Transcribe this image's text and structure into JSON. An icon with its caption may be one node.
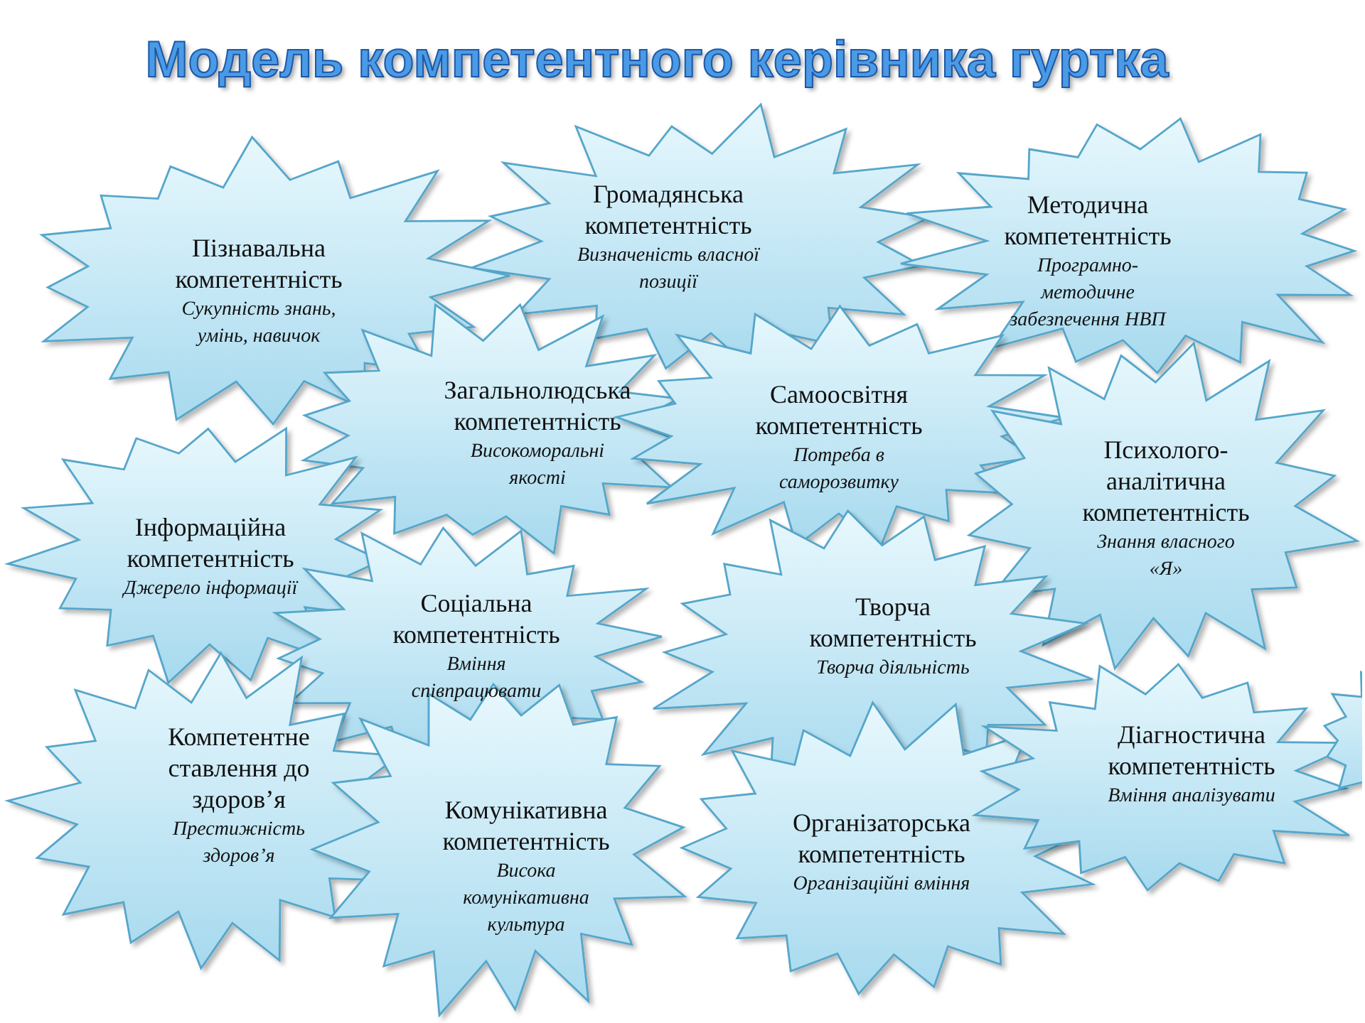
{
  "diagram": {
    "title": "Модель компетентного керівника гуртка",
    "nodes": [
      {
        "text": [
          "Громадянська компетентність",
          "Визначеність власної позиції"
        ]
      },
      {
        "text": [
          "Методична компетентність",
          "Програмно-методичне забезпечення НВП"
        ]
      },
      {
        "text": [
          "Пізнавальна компетентність",
          "Сукупність знань, умінь, навичок"
        ]
      },
      {
        "text": [
          "Загальнолюдська компетентність",
          "Високоморальні якості"
        ]
      },
      {
        "text": [
          "Самоосвітня компетентність",
          "Потреба в саморозвитку"
        ]
      },
      {
        "text": [
          "Психолого-аналітична компетентність",
          "Знання власного «Я»"
        ]
      },
      {
        "text": [
          "Інформаційна компетентність",
          "Джерело інформації"
        ]
      },
      {
        "text": [
          "Соціальна компетентність",
          "Вміння співпрацювати"
        ]
      },
      {
        "text": [
          "Творча компетентність",
          "Творча діяльність"
        ]
      },
      {
        "text": [
          "Компетентне ставлення до здоров’я",
          "Престижність здоров’я"
        ]
      },
      {
        "text": [
          "Комунікативна компетентність",
          "Висока комунікативна культура"
        ]
      },
      {
        "text": [
          "Організаторська компетентність",
          "Організаційні вміння"
        ]
      },
      {
        "text": [
          "Діагностична компетентність",
          "Вміння аналізувати"
        ]
      },
      {
        "text": [],
        "shape": "star"
      }
    ]
  }
}
